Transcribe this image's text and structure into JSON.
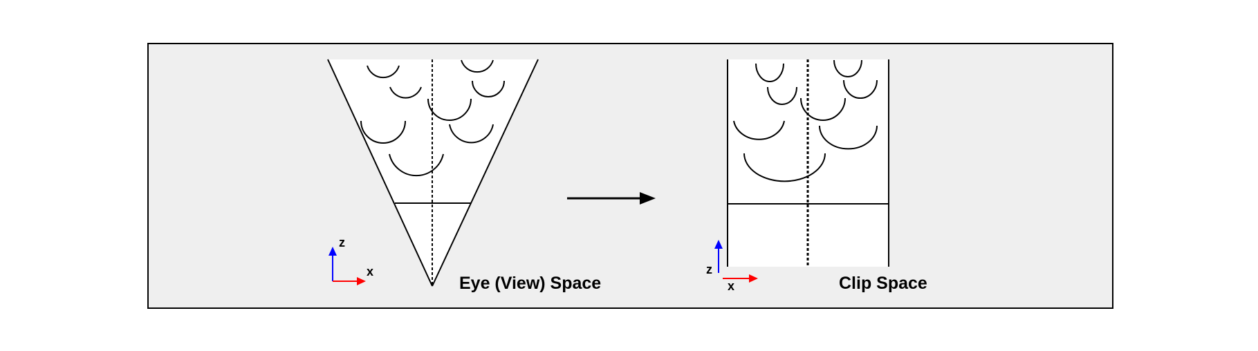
{
  "diagram": {
    "background_color": "#efefef",
    "frame_color": "#000000",
    "panels": [
      {
        "id": "eye-space",
        "title": "Eye (View) Space",
        "axes": {
          "vertical": "z",
          "horizontal": "x",
          "vertical_color": "#0000ff",
          "horizontal_color": "#ff0000"
        }
      },
      {
        "id": "clip-space",
        "title": "Clip Space",
        "axes": {
          "vertical": "z",
          "horizontal": "x",
          "vertical_color": "#0000ff",
          "horizontal_color": "#ff0000"
        }
      }
    ],
    "transform_arrow": "right-arrow"
  }
}
